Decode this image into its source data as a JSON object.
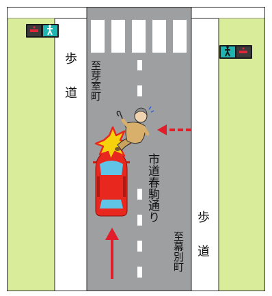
{
  "sidewalk_left": [
    "歩",
    "道"
  ],
  "sidewalk_right": [
    "歩",
    "道"
  ],
  "road_name": "市道春駒通り",
  "direction_top": "至芽室町",
  "direction_bottom": "至幕別町",
  "colors": {
    "grass": "#d9ec9a",
    "road": "#9e9fa0",
    "sidewalk": "#ffffff",
    "car": "#e8281e",
    "arrow": "#e11d2a",
    "lane_marking": "#ffffff"
  },
  "icons": [
    "pedestrian-signal-icon",
    "car-icon",
    "collision-icon",
    "elderly-pedestrian-icon",
    "arrow-icon"
  ]
}
